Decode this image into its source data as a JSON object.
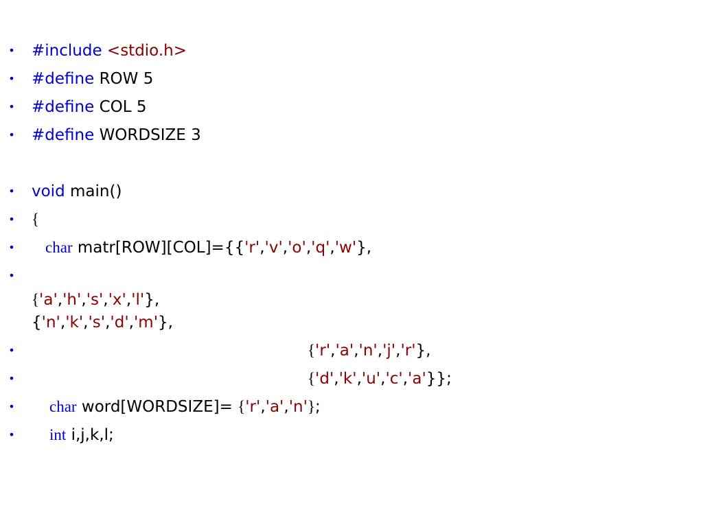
{
  "bullet_char": "•",
  "lines": {
    "l1": {
      "kw": "#include",
      "rest": "<stdio.h>"
    },
    "l2": {
      "kw": "#define",
      "rest": "ROW 5"
    },
    "l3": {
      "kw": "#define",
      "rest": "COL 5"
    },
    "l4": {
      "kw": "#define",
      "rest": "WORDSIZE 3"
    },
    "l5": {
      "kw": "void",
      "rest": "main()"
    },
    "l6": {
      "text": "{"
    },
    "l7": {
      "kw": "char",
      "pre": "matr[ROW][COL]={{",
      "chars": [
        "'r'",
        "'v'",
        "'o'",
        "'q'",
        "'w'"
      ],
      "post": "},"
    },
    "l8a": {
      "open": "{",
      "chars": [
        "'a'",
        "'h'",
        "'s'",
        "'x'",
        "'l'"
      ],
      "post": "},"
    },
    "l8b": {
      "open": "{",
      "chars": [
        "'n'",
        "'k'",
        "'s'",
        "'d'",
        "'m'"
      ],
      "post": "},"
    },
    "l9": {
      "open": "{",
      "chars": [
        "'r'",
        "'a'",
        "'n'",
        "'j'",
        "'r'"
      ],
      "post": "},"
    },
    "l10": {
      "open": "{",
      "chars": [
        "'d'",
        "'k'",
        "'u'",
        "'c'",
        "'a'"
      ],
      "post": "}};"
    },
    "l11": {
      "kw": "char",
      "pre": "word[WORDSIZE]=",
      "open": "{",
      "chars": [
        "'r'",
        "'a'",
        "'n'"
      ],
      "close": "}",
      "post": ";"
    },
    "l12": {
      "kw": "int",
      "rest": "i,j,k,l;"
    }
  },
  "colors": {
    "keyword": "#0000cc",
    "literal": "#8b0000",
    "text": "#000000",
    "background": "#ffffff"
  }
}
